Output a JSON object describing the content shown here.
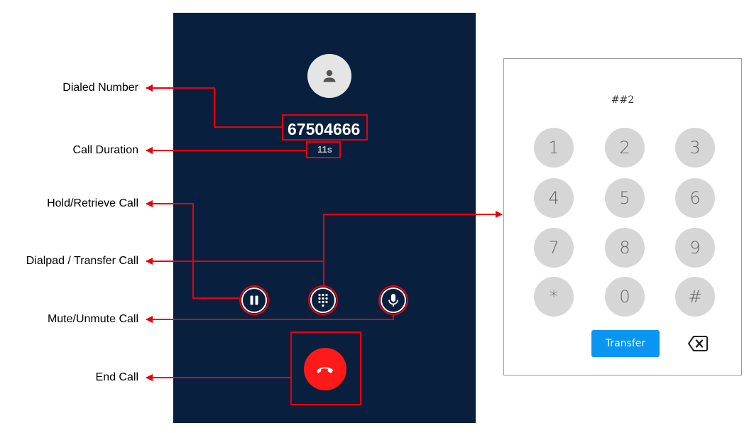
{
  "call": {
    "dialed_number": "67504666",
    "duration": "11s"
  },
  "controls": {
    "hold_icon": "pause-icon",
    "dialpad_icon": "dialpad-icon",
    "mute_icon": "microphone-icon",
    "end_icon": "hang-up-phone-icon",
    "end_color": "#ff1a1a"
  },
  "annotations": {
    "dialed_number": "Dialed Number",
    "call_duration": "Call Duration",
    "hold": "Hold/Retrieve Call",
    "dialpad": "Dialpad / Transfer Call",
    "mute": "Mute/Unmute Call",
    "end_call": "End Call",
    "color": "#e8000b"
  },
  "dialpad": {
    "entry": "##2",
    "keys": [
      "1",
      "2",
      "3",
      "4",
      "5",
      "6",
      "7",
      "8",
      "9",
      "*",
      "0",
      "#"
    ],
    "transfer_label": "Transfer",
    "backspace_icon": "backspace-icon",
    "accent": "#0a95f2"
  },
  "theme": {
    "panel_bg": "#081f3d"
  }
}
